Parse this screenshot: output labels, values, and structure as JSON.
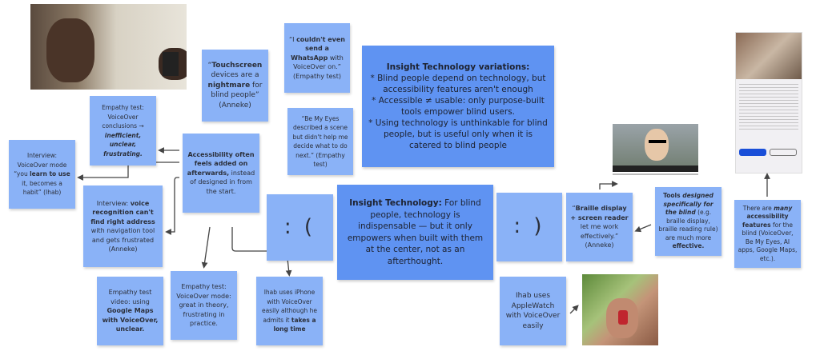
{
  "notes": {
    "touchscreen": {
      "a": "“",
      "b": "Touchscreen",
      "c": " devices are a ",
      "d": "nightmare",
      "e": " for blind people” (Anneke)"
    },
    "whatsapp": {
      "a": "“I ",
      "b": "couldn't even send a WhatsApp",
      "c": " with VoiceOver on.” (Empathy test)"
    },
    "bemyeyes": {
      "text": "“Be My Eyes described a scene but didn't help me decide what to do next.” (Empathy test)"
    },
    "conclusions": {
      "a": "Empathy test: VoiceOver conclusions → ",
      "b": "inefficient, unclear, frustrating."
    },
    "accessibility": {
      "a": "Accessibility often feels added on afterwards,",
      "b": " instead of designed in from the start."
    },
    "interview_voiceover": {
      "a": "Interview: VoiceOver mode “you ",
      "b": "learn to use",
      "c": " it, becomes a habit” (Ihab)"
    },
    "interview_voice": {
      "a": "Interview:  ",
      "b": "voice recognition can't find right address",
      "c": " with navigation tool and gets frustrated (Anneke)"
    },
    "sad": {
      "text": ": ("
    },
    "happy": {
      "text": ": )"
    },
    "braille": {
      "a": "“",
      "b": "Braille display + screen reader",
      "c": " let me work effectively.” (Anneke)"
    },
    "tools": {
      "a": "Tools ",
      "b": "designed specifically for the blind",
      "c": " (e.g. braille display, braille reading rule) are much more ",
      "d": "effective."
    },
    "many": {
      "a": "There are ",
      "b": "many",
      "c": " ",
      "d": "accessibility features",
      "e": " for the blind (VoiceOver, Be My Eyes, AI apps, Google Maps, etc.)."
    },
    "maps_video": {
      "a": "Empathy test video: using ",
      "b": "Google Maps with VoiceOver, unclear."
    },
    "voiceover_mode": {
      "text": "Empathy test: VoiceOver mode: great in theory, frustrating in practice."
    },
    "ihab_iphone": {
      "a": "Ihab uses iPhone with VoiceOver easily although he admits it ",
      "b": "takes a long time"
    },
    "ihab_watch": {
      "text": "Ihab uses AppleWatch with VoiceOver easily"
    }
  },
  "insights": {
    "variations": {
      "title": "Insight Technology variations:",
      "lines": [
        "* Blind people depend on technology, but accessibility features aren't enough",
        "* Accessible ≠ usable: only purpose-built tools empower blind users.",
        "* Using technology is unthinkable for blind people, but is useful only when it is catered to blind people"
      ]
    },
    "technology": {
      "title": "Insight Technology:",
      "text": " For blind people, technology is indispensable — but it only empowers when built with them at the center, not as an afterthought."
    }
  },
  "colors": {
    "note": "#8ab2f7",
    "insight": "#5f93f2"
  }
}
